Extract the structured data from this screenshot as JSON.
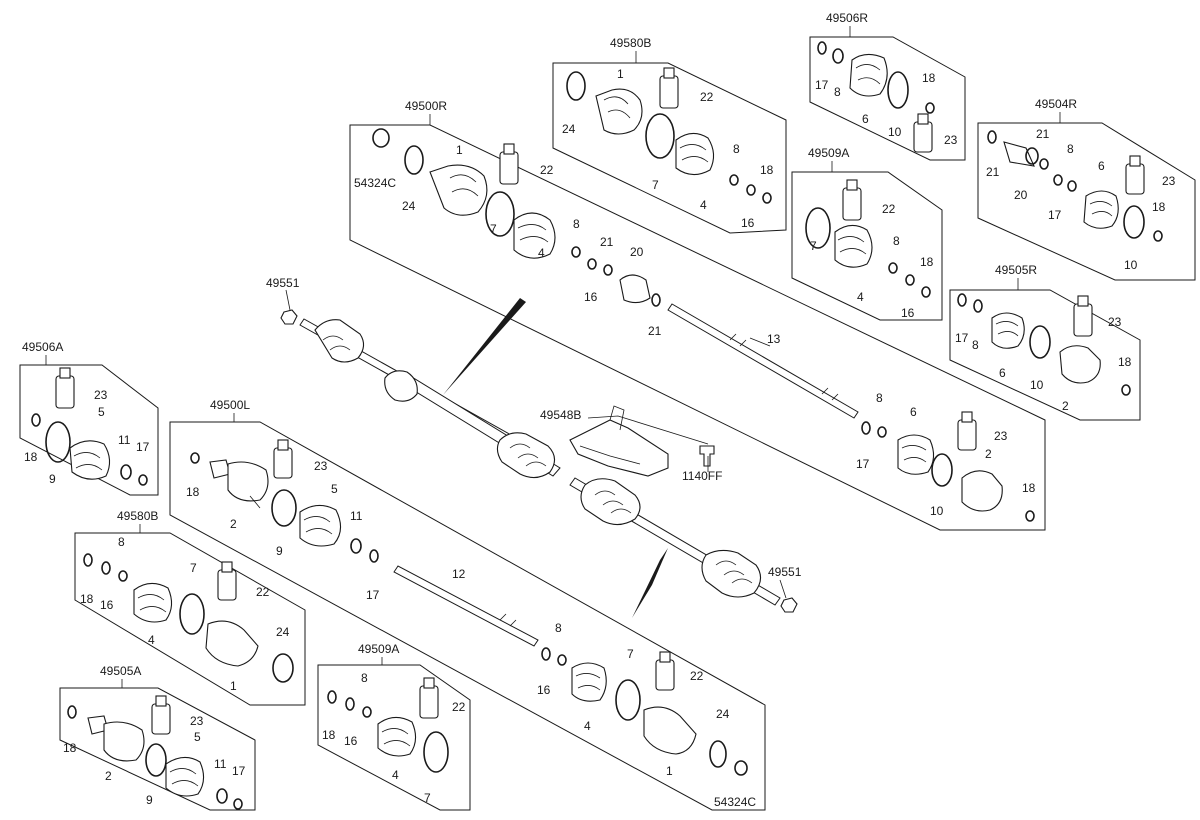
{
  "panels": {
    "p49580B_top": {
      "code": "49580B",
      "labels": [
        "1",
        "22",
        "24",
        "7",
        "4",
        "8",
        "18",
        "16"
      ]
    },
    "p49506R": {
      "code": "49506R",
      "labels": [
        "17",
        "8",
        "18",
        "6",
        "10",
        "23"
      ]
    },
    "p49500R": {
      "code": "49500R",
      "labels": [
        "1",
        "22",
        "54324C",
        "24",
        "7",
        "4",
        "8",
        "21",
        "20",
        "16",
        "21"
      ]
    },
    "p49509A_top": {
      "code": "49509A",
      "labels": [
        "22",
        "7",
        "8",
        "18",
        "4",
        "16"
      ]
    },
    "p49504R": {
      "code": "49504R",
      "labels": [
        "21",
        "8",
        "21",
        "6",
        "23",
        "20",
        "17",
        "18",
        "10"
      ]
    },
    "p49505R": {
      "code": "49505R",
      "labels": [
        "17",
        "8",
        "23",
        "6",
        "10",
        "18",
        "2"
      ]
    },
    "p49506A": {
      "code": "49506A",
      "labels": [
        "23",
        "5",
        "18",
        "11",
        "17",
        "9"
      ]
    },
    "p49500L": {
      "code": "49500L",
      "labels": [
        "23",
        "18",
        "5",
        "11",
        "2",
        "9",
        "17",
        "12",
        "8",
        "7",
        "22",
        "16",
        "4",
        "24",
        "1",
        "54324C"
      ]
    },
    "p49580B_left": {
      "code": "49580B",
      "labels": [
        "8",
        "7",
        "22",
        "18",
        "16",
        "4",
        "24",
        "1"
      ]
    },
    "p49505A": {
      "code": "49505A",
      "labels": [
        "23",
        "5",
        "18",
        "2",
        "11",
        "17",
        "9"
      ]
    },
    "p49509A_bot": {
      "code": "49509A",
      "labels": [
        "8",
        "22",
        "18",
        "16",
        "4",
        "7"
      ]
    }
  },
  "loose_labels": {
    "nut_top": "49551",
    "nut_bottom": "49551",
    "bracket": "49548B",
    "bolt": "1140FF",
    "long_shaft": "13",
    "r_8": "8",
    "r_6": "6",
    "r_17": "17",
    "r_23": "23",
    "r_2": "2",
    "r_10": "10",
    "r_18": "18"
  }
}
